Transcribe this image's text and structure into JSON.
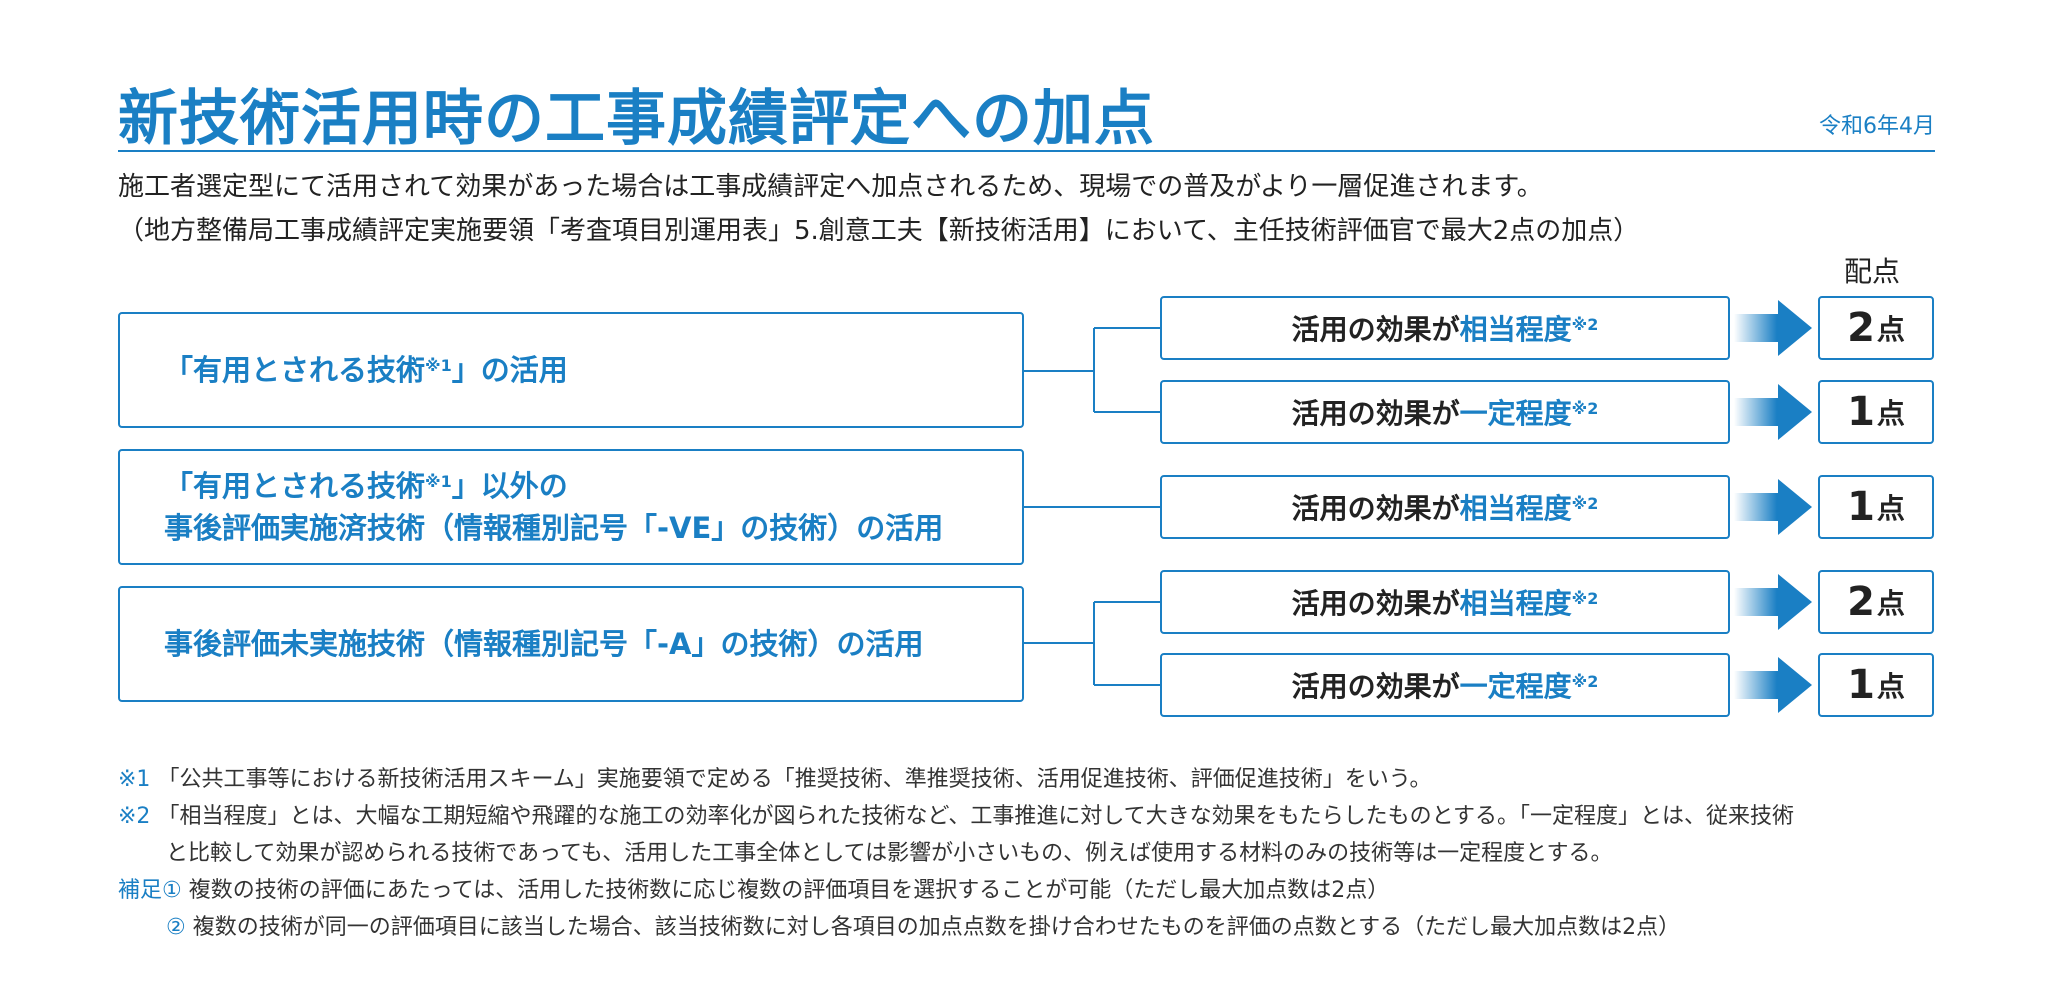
{
  "header": {
    "title": "新技術活用時の工事成績評定への加点",
    "date": "令和6年4月",
    "intro_line1": "施工者選定型にて活用されて効果があった場合は工事成績評定へ加点されるため、現場での普及がより一層促進されます。",
    "intro_line2": "（地方整備局工事成績評定実施要領「考査項目別運用表」5.創意工夫【新技術活用】において、主任技術評価官で最大2点の加点）",
    "score_header": "配点"
  },
  "categories": [
    {
      "line1": "「有用とされる技術",
      "sup": "※1",
      "line1_end": "」の活用",
      "line2": ""
    },
    {
      "line1": "「有用とされる技術",
      "sup": "※1",
      "line1_end": "」以外の",
      "line2": "事後評価実施済技術（情報種別記号「-VE」の技術）の活用"
    },
    {
      "line1": "事後評価未実施技術（情報種別記号「-A」の技術）の活用",
      "sup": "",
      "line1_end": "",
      "line2": ""
    }
  ],
  "results": [
    {
      "prefix": "活用の効果が",
      "level": "相当程度",
      "sup": "※2",
      "points": "2",
      "unit": "点"
    },
    {
      "prefix": "活用の効果が",
      "level": "一定程度",
      "sup": "※2",
      "points": "1",
      "unit": "点"
    },
    {
      "prefix": "活用の効果が",
      "level": "相当程度",
      "sup": "※2",
      "points": "1",
      "unit": "点"
    },
    {
      "prefix": "活用の効果が",
      "level": "相当程度",
      "sup": "※2",
      "points": "2",
      "unit": "点"
    },
    {
      "prefix": "活用の効果が",
      "level": "一定程度",
      "sup": "※2",
      "points": "1",
      "unit": "点"
    }
  ],
  "notes": {
    "n1_mark": "※1",
    "n1_text": "「公共工事等における新技術活用スキーム」実施要領で定める「推奨技術、準推奨技術、活用促進技術、評価促進技術」をいう。",
    "n2_mark": "※2",
    "n2_text1": "「相当程度」とは、大幅な工期短縮や飛躍的な施工の効率化が図られた技術など、工事推進に対して大きな効果をもたらしたものとする。「一定程度」とは、従来技術",
    "n2_text2": "と比較して効果が認められる技術であっても、活用した工事全体としては影響が小さいもの、例えば使用する材料のみの技術等は一定程度とする。",
    "s1_mark": "補足①",
    "s1_text": "複数の技術の評価にあたっては、活用した技術数に応じ複数の評価項目を選択することが可能（ただし最大加点数は2点）",
    "s2_mark": "②",
    "s2_text": "複数の技術が同一の評価項目に該当した場合、該当技術数に対し各項目の加点点数を掛け合わせたものを評価の点数とする（ただし最大加点数は2点）"
  },
  "colors": {
    "accent": "#1a7fc4",
    "text": "#222222"
  }
}
